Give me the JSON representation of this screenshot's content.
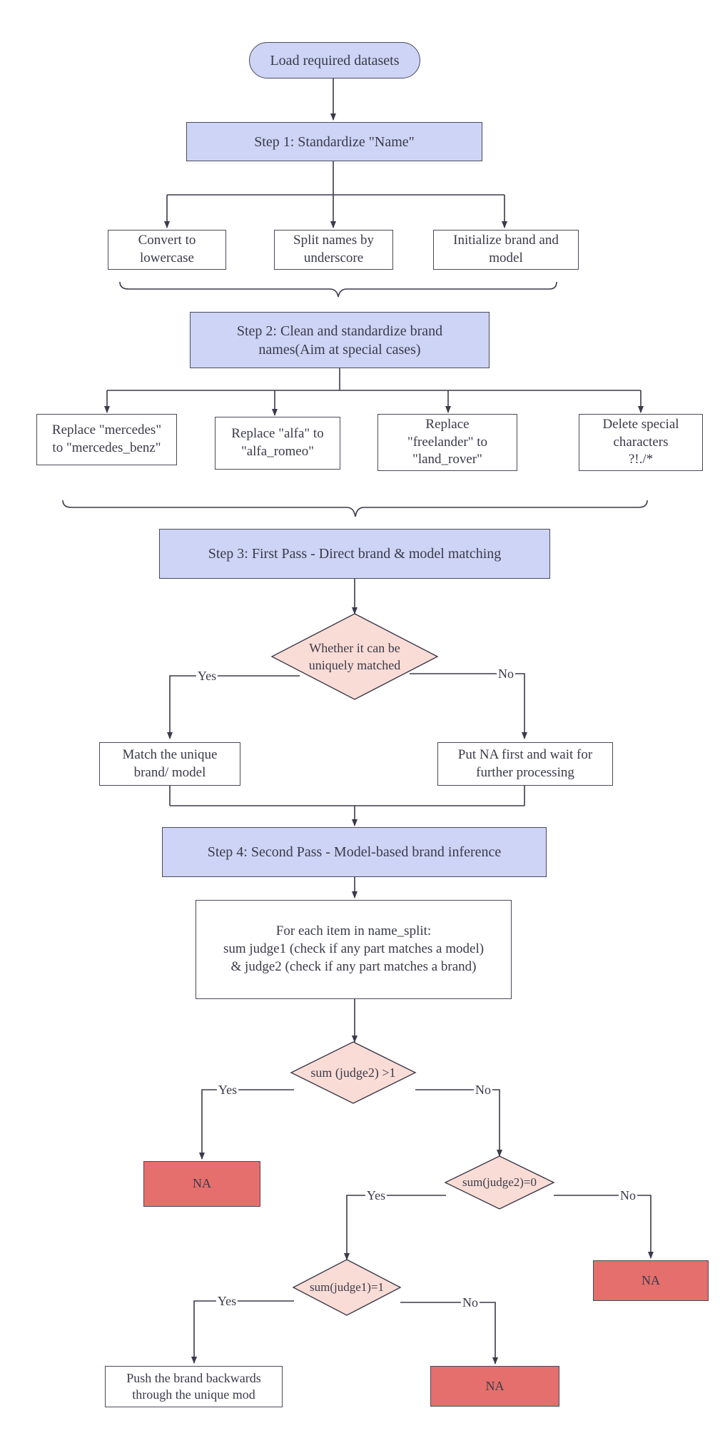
{
  "nodes": {
    "load": "Load required datasets",
    "step1": "Step 1: Standardize \"Name\"",
    "convert": "Convert to\nlowercase",
    "split": "Split names by\nunderscore",
    "init": "Initialize brand and\nmodel",
    "step2": "Step 2: Clean and standardize brand\nnames(Aim at special cases)",
    "mercedes": "Replace \"mercedes\"\nto \"mercedes_benz\"",
    "alfa": "Replace \"alfa\" to\n\"alfa_romeo\"",
    "freelander": "Replace\n\"freelander\" to\n\"land_rover\"",
    "delete": "Delete special\ncharacters\n?!./*",
    "step3": "Step 3: First Pass - Direct brand & model matching",
    "unique_q": "Whether it can be\nuniquely matched",
    "match_unique": "Match the unique\nbrand/ model",
    "put_na": "Put NA first and wait for\nfurther processing",
    "step4": "Step 4: Second Pass - Model-based brand inference",
    "for_each": "For each item in name_split:\nsum judge1 (check if any part matches a model)\n& judge2 (check if any part matches a brand)",
    "judge2_gt1": "sum (judge2) >1",
    "na1": "NA",
    "judge2_eq0": "sum(judge2)=0",
    "na2": "NA",
    "judge1_eq1": "sum(judge1)=1",
    "push_brand": "Push the brand backwards\nthrough the unique mod",
    "na3": "NA"
  },
  "edge_labels": {
    "yes": "Yes",
    "no": "No"
  },
  "colors": {
    "step_fill": "#cdd4f5",
    "diamond_fill": "#fadcd6",
    "na_fill": "#e46f6c",
    "line": "#3a3a4a"
  }
}
